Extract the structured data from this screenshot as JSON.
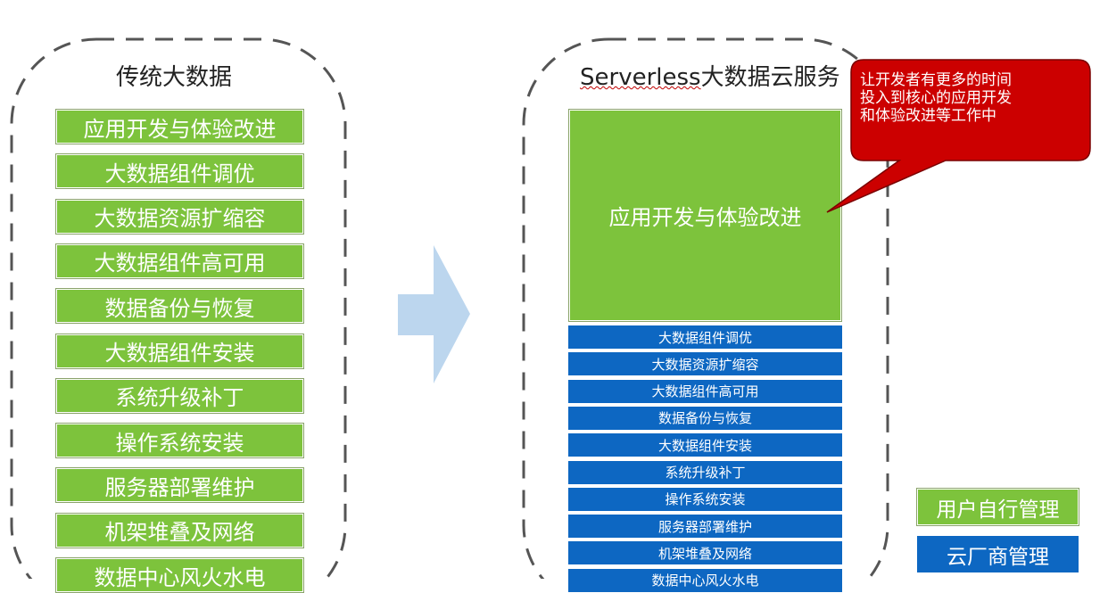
{
  "left": {
    "title": "传统大数据",
    "items": [
      "应用开发与体验改进",
      "大数据组件调优",
      "大数据资源扩缩容",
      "大数据组件高可用",
      "数据备份与恢复",
      "大数据组件安装",
      "系统升级补丁",
      "操作系统安装",
      "服务器部署维护",
      "机架堆叠及网络",
      "数据中心风火水电"
    ]
  },
  "right": {
    "title_prefix": "Serverless",
    "title_suffix": "大数据云服务",
    "top_block": "应用开发与体验改进",
    "items": [
      "大数据组件调优",
      "大数据资源扩缩容",
      "大数据组件高可用",
      "数据备份与恢复",
      "大数据组件安装",
      "系统升级补丁",
      "操作系统安装",
      "服务器部署维护",
      "机架堆叠及网络",
      "数据中心风火水电"
    ]
  },
  "callout": {
    "lines": [
      "让开发者有更多的时间",
      "投入到核心的应用开发",
      "和体验改进等工作中"
    ]
  },
  "legend": {
    "user_managed": "用户自行管理",
    "cloud_managed": "云厂商管理"
  },
  "colors": {
    "green": "#7dc33c",
    "blue": "#0d67c2",
    "callout_red": "#cc0000",
    "arrow": "#bcd6ee"
  }
}
